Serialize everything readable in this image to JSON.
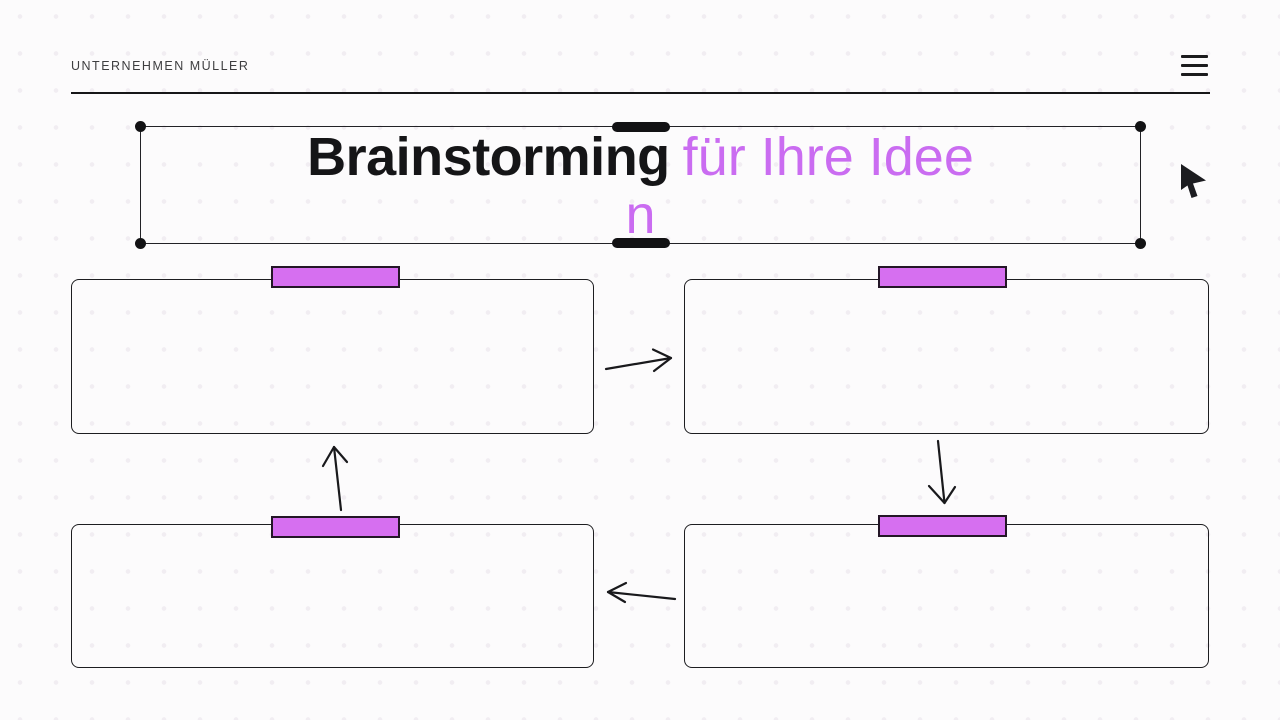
{
  "app": {
    "type": "slide-editor-canvas"
  },
  "header": {
    "company_name": "UNTERNEHMEN MÜLLER",
    "menu_icon": "hamburger-icon"
  },
  "title_block": {
    "full_title": "Brainstorming für Ihre Ideen",
    "segment_black": "Brainstorming",
    "segment_purple_line1": "für Ihre Idee",
    "segment_purple_line2": "n",
    "selected": true
  },
  "diagram": {
    "boxes": [
      {
        "position": "top-left",
        "content": "",
        "tab": "purple"
      },
      {
        "position": "top-right",
        "content": "",
        "tab": "purple"
      },
      {
        "position": "bottom-left",
        "content": "",
        "tab": "purple"
      },
      {
        "position": "bottom-right",
        "content": "",
        "tab": "purple"
      }
    ],
    "arrows": [
      {
        "direction": "right",
        "from": "top-left",
        "to": "top-right"
      },
      {
        "direction": "down",
        "from": "top-right",
        "to": "bottom-right"
      },
      {
        "direction": "left",
        "from": "bottom-right",
        "to": "bottom-left"
      },
      {
        "direction": "up",
        "from": "bottom-left",
        "to": "top-left"
      }
    ]
  },
  "colors": {
    "background": "#fcfbfc",
    "dot_grid": "#f1edf2",
    "ink": "#19191c",
    "accent_purple_fill": "#d66ff0",
    "accent_purple_text": "#ca6cf1"
  },
  "cursor": {
    "type": "arrow-pointer"
  }
}
